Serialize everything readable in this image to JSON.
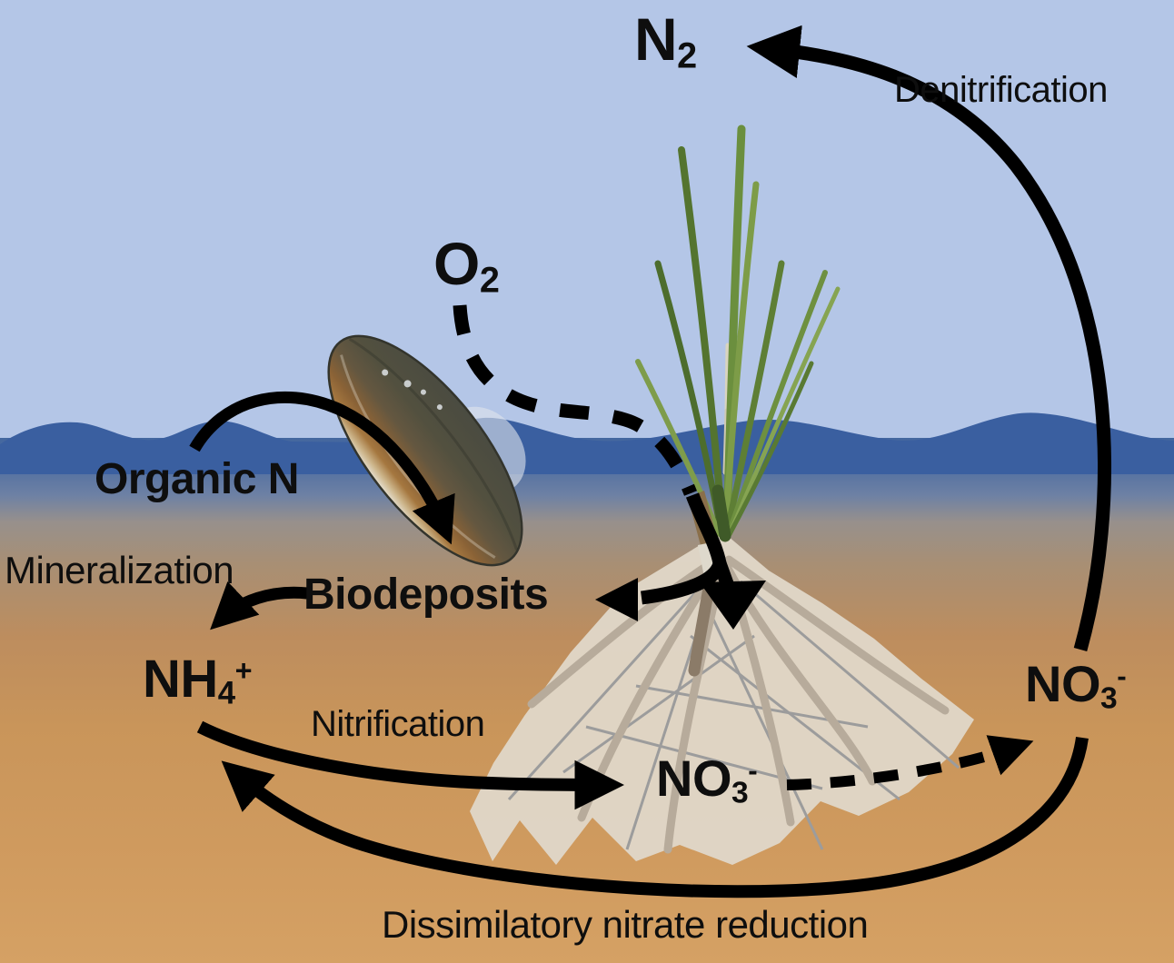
{
  "labels": {
    "n2": {
      "base": "N",
      "sub": "2"
    },
    "o2": {
      "base": "O",
      "sub": "2"
    },
    "organic_n": {
      "text": "Organic N"
    },
    "mineralization": {
      "text": "Mineralization"
    },
    "biodeposits": {
      "text": "Biodeposits"
    },
    "nh4": {
      "base": "NH",
      "sub": "4",
      "sup": "+"
    },
    "nitrification": {
      "text": "Nitrification"
    },
    "no3_sediment": {
      "base": "NO",
      "sub": "3",
      "sup": "-"
    },
    "no3_porewater": {
      "base": "NO",
      "sub": "3",
      "sup": "-"
    },
    "denitrification": {
      "text": "Denitrification"
    },
    "dissimilatory": {
      "text": "Dissimilatory nitrate reduction"
    }
  },
  "arrows": [
    {
      "name": "organic-n-to-biodeposits",
      "from": "Organic N",
      "to": "Biodeposits",
      "style": "solid",
      "via": "mussel"
    },
    {
      "name": "mineralization",
      "from": "Biodeposits",
      "to": "NH4+",
      "style": "solid"
    },
    {
      "name": "nitrification",
      "from": "NH4+",
      "to": "NO3- sediment",
      "style": "solid"
    },
    {
      "name": "no3-diffusion",
      "from": "NO3- sediment",
      "to": "NO3- porewater",
      "style": "dashed"
    },
    {
      "name": "denitrification",
      "from": "NO3- porewater",
      "to": "N2",
      "style": "solid"
    },
    {
      "name": "dissimilatory-nitrate-reduction",
      "from": "NO3- porewater",
      "to": "NH4+",
      "style": "solid"
    },
    {
      "name": "oxygen-transport",
      "from": "O2",
      "to": "seagrass root zone",
      "style": "dashed-then-solid"
    },
    {
      "name": "seagrass-base-to-biodeposits",
      "from": "seagrass base",
      "to": "Biodeposits",
      "style": "solid"
    }
  ],
  "colors": {
    "sky": "#b4c6e7",
    "water_wave": "#3a5fa0",
    "water_mid": "#6e81a4",
    "sediment_top": "#97908c",
    "sediment_orange": "#c9955a",
    "sand_mound": "#e0d6c8",
    "root": "#b7ab9b",
    "seagrass_green": "#6b8f3e",
    "mussel_dark": "#4a4b41",
    "mussel_amber": "#a5773f",
    "arrow": "#000000",
    "text": "#0e0e0e"
  }
}
